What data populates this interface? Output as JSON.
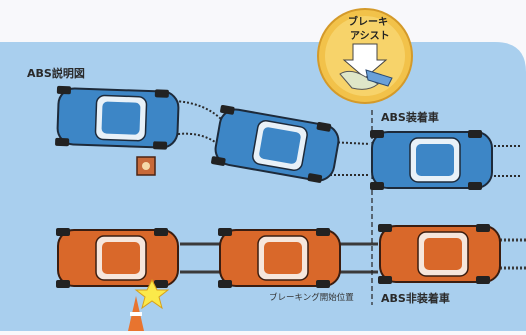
{
  "diagram": {
    "title": "ABS説明図",
    "brake_assist_line1": "ブレーキ",
    "brake_assist_line2": "アシスト",
    "with_abs_label": "ABS装着車",
    "without_abs_label": "ABS非装着車",
    "brake_start_label": "ブレーキング開始位置"
  },
  "colors": {
    "background_panel": "#a9cfee",
    "abs_car_body": "#3d86c6",
    "non_abs_car_body": "#d9682a",
    "assist_circle": "#f2c24a",
    "cone": "#e8742f"
  },
  "icons": [
    "brake-pedal-icon",
    "obstacle-box-icon",
    "traffic-cone-icon",
    "crash-star-icon"
  ]
}
